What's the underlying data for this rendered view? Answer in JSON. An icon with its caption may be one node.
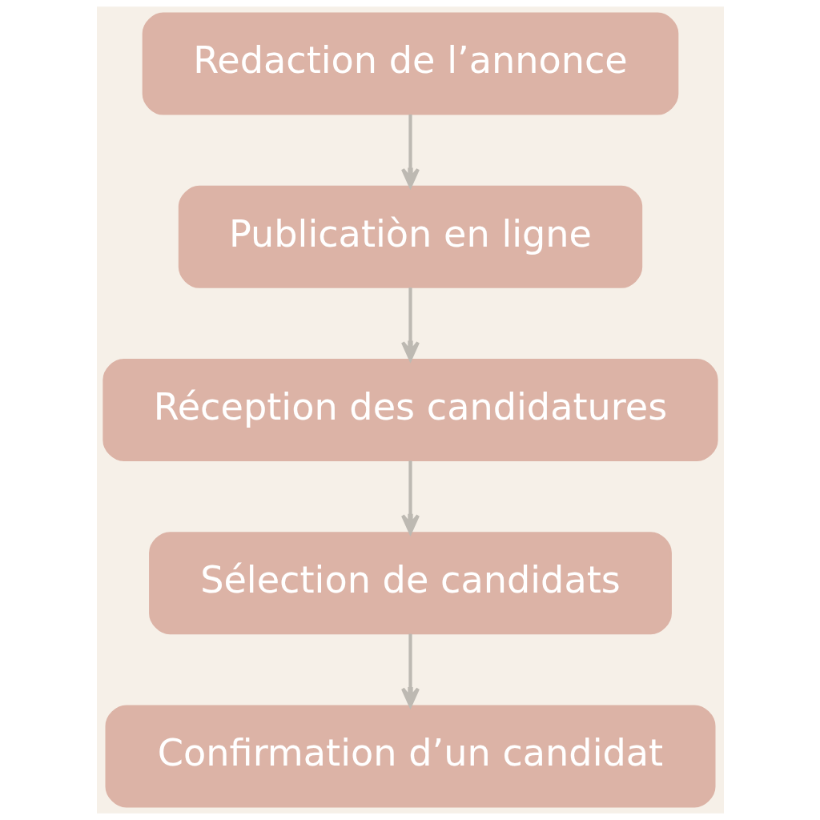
{
  "diagram": {
    "nodes": [
      {
        "text": [
          "Redaction de l’annonce"
        ]
      },
      {
        "text": [
          "Publicatiòn en ligne"
        ]
      },
      {
        "text": [
          "Réception des candidatures"
        ]
      },
      {
        "text": [
          "Sélection de candidats"
        ]
      },
      {
        "text": [
          "Confirmation d’un candidat"
        ]
      }
    ],
    "edges": [
      {
        "from": 0,
        "to": 1,
        "arrow": "to"
      },
      {
        "from": 1,
        "to": 2,
        "arrow": "to"
      },
      {
        "from": 2,
        "to": 3,
        "arrow": "to"
      },
      {
        "from": 3,
        "to": 4,
        "arrow": "to"
      }
    ]
  }
}
